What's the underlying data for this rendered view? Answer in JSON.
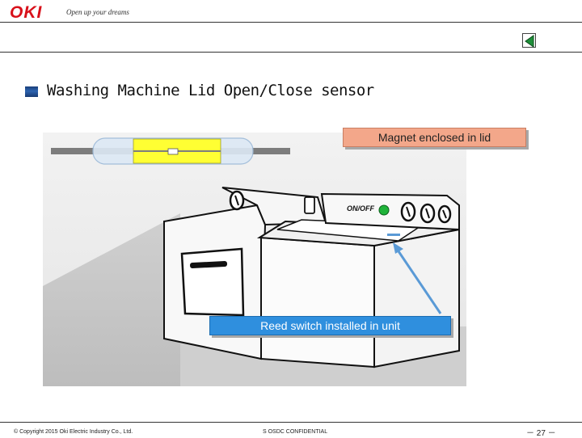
{
  "header": {
    "logo_text": "OKI",
    "tagline": "Open up your dreams",
    "back_icon": "triangle-left-icon"
  },
  "slide": {
    "title": "Washing Machine Lid Open/Close sensor"
  },
  "illustration": {
    "panel_label": "ON/OFF",
    "indicator_color": "#1fb33a",
    "sensor_color": "#ffff33",
    "leader_color": "#5a9ad6"
  },
  "callouts": {
    "magnet": "Magnet enclosed in lid",
    "reed": "Reed switch installed in unit"
  },
  "footer": {
    "copyright": "© Copyright 2015 Oki Electric Industry Co., Ltd.",
    "confidential": "S OSDC CONFIDENTIAL",
    "page": "－ 27 －"
  },
  "colors": {
    "brand_red": "#d8101a",
    "magnet_callout_bg": "#f3a78a",
    "reed_callout_bg": "#2f8fde"
  }
}
